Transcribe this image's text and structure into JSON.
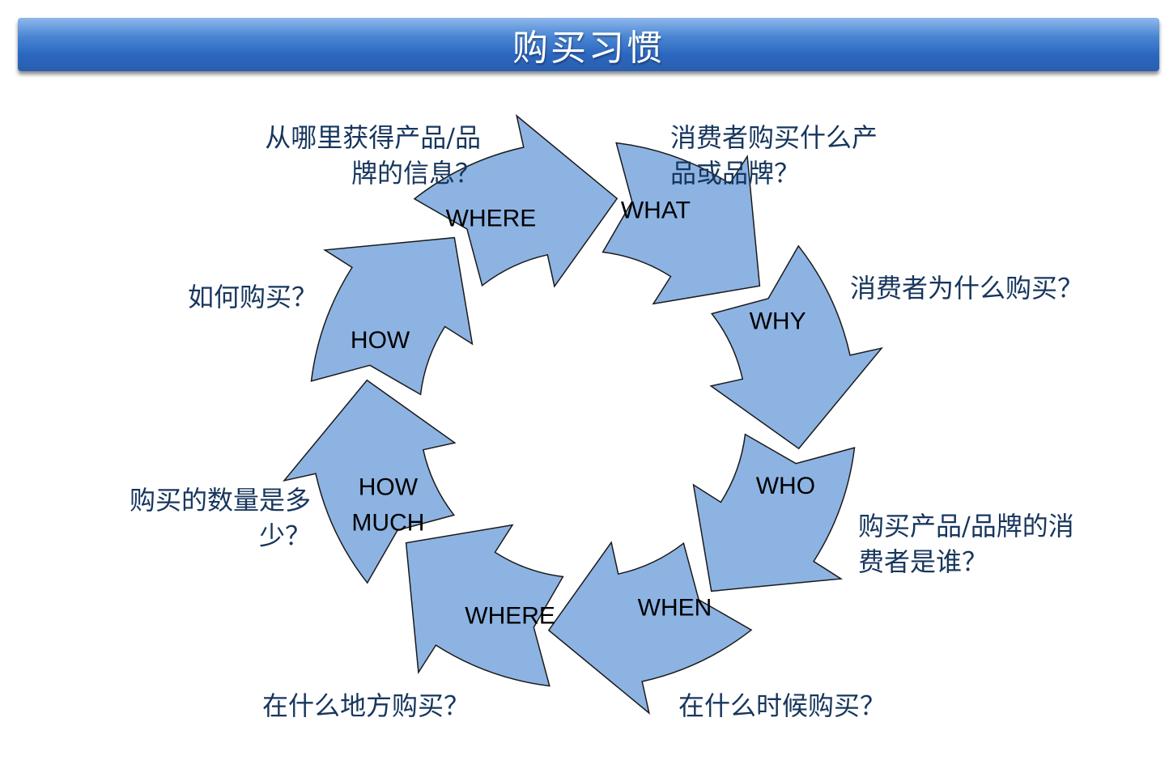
{
  "title": "购买习惯",
  "colors": {
    "segment_fill": "#8db3e2",
    "segment_outline": "#1a1a1a",
    "question_text": "#17365d",
    "title_bar": "#2b66bf",
    "title_text": "#ffffff"
  },
  "segments": [
    {
      "id": "where-top",
      "label": "WHERE",
      "question": "从哪里获得产品/品\n牌的信息？"
    },
    {
      "id": "what",
      "label": "WHAT",
      "question": "消费者购买什么产\n品或品牌？"
    },
    {
      "id": "why",
      "label": "WHY",
      "question": "消费者为什么购买？"
    },
    {
      "id": "who",
      "label": "WHO",
      "question": "购买产品/品牌的消\n费者是谁？"
    },
    {
      "id": "when",
      "label": "WHEN",
      "question": "在什么时候购买？"
    },
    {
      "id": "where-bottom",
      "label": "WHERE",
      "question": "在什么地方购买？"
    },
    {
      "id": "how-much",
      "label": "HOW\nMUCH",
      "question": "购买的数量是多\n少？"
    },
    {
      "id": "how",
      "label": "HOW",
      "question": "如何购买？"
    }
  ]
}
